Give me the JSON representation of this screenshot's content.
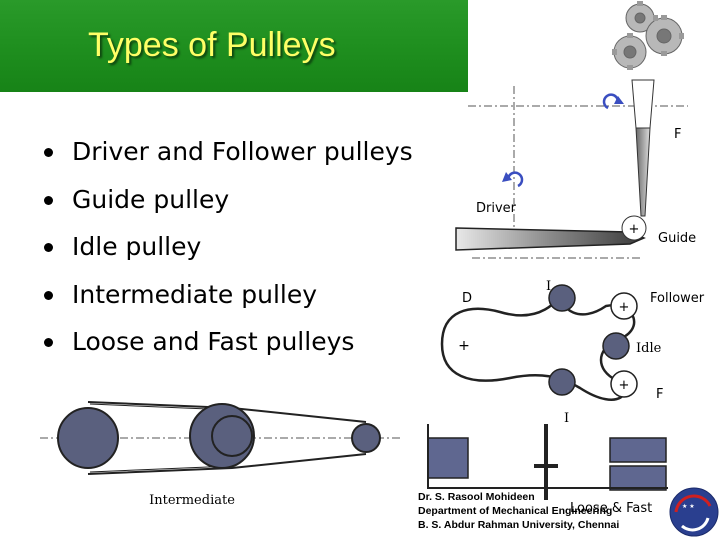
{
  "header": {
    "title": "Types of Pulleys"
  },
  "bullets": [
    {
      "label": "Driver and Follower pulleys"
    },
    {
      "label": "Guide pulley"
    },
    {
      "label": "Idle pulley"
    },
    {
      "label": "Intermediate pulley"
    },
    {
      "label": "Loose and Fast pulleys"
    }
  ],
  "diagrams": {
    "guide": {
      "f_label": "F",
      "driver_label": "Driver",
      "guide_label": "Guide"
    },
    "idle": {
      "d_label": "D",
      "i_label": "I",
      "follower_label": "Follower",
      "idle_label": "Idle",
      "f_label": "F",
      "i_label_bottom": "I"
    },
    "intermediate": {
      "label": "Intermediate"
    },
    "loose_fast": {
      "label": "Loose & Fast"
    }
  },
  "footer": {
    "line1": "Dr. S. Rasool Mohideen",
    "line2": "Department of Mechanical Engineering",
    "line3": "B. S. Abdur Rahman University, Chennai"
  },
  "colors": {
    "header_green": "#1f8f1f",
    "title_yellow": "#ffff66",
    "pulley_fill": "#5a607e",
    "pulley_block": "#5f6790"
  }
}
